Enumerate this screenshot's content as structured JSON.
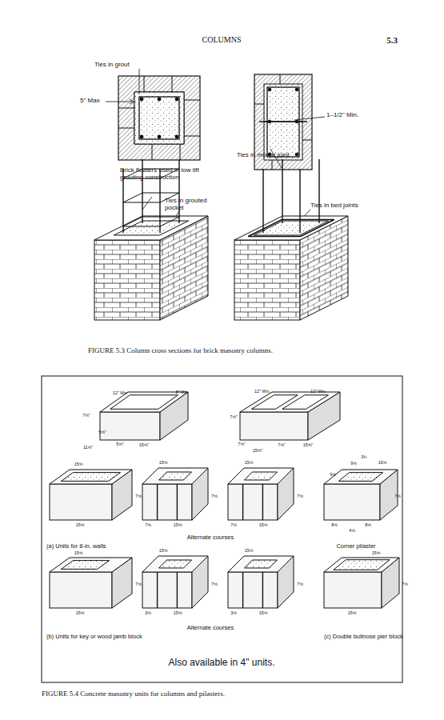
{
  "diagram": {
    "caption": "FIGURE 5.4 Concrete masonry units for columns and pilasters.",
    "labels": [
      "COLUMNS",
      "5.3",
      "Ties in grout",
      "5\" Max",
      "1–1/2\" Min.",
      "Ties in mortar joint",
      "Brick floaters used in low lift grouting construction",
      "Ties in grouted pocket",
      "Ties in bed joints",
      "FIGURE 5.3 Column cross sections for brick masonry columns.",
      "12\" Min",
      "8\" Min.",
      "7⅝\"",
      "5⅝\"",
      "5⅝\"",
      "11⅝\"",
      "15⅝\"",
      "12\" Min.",
      "12\" Min.",
      "7⅝\"",
      "7⅝\"",
      "15⅝\"",
      "7⅝\"",
      "15⅝\"",
      "(a) Units for 8-in. walls",
      "Alternate courses",
      "Corner pilaster",
      "15⅝",
      "7⅝",
      "15⅝",
      "15⅝",
      "7⅝",
      "7⅝",
      "15⅝",
      "15⅝",
      "7⅝",
      "7⅝",
      "15⅝",
      "16⅝",
      "3¾",
      "9⅝",
      "9⅝",
      "7⅝",
      "8⅝",
      "8⅝",
      "4⅝",
      "(b) Units for key or wood jamb block",
      "Alternate courses",
      "(c) Double bullnose pier block",
      "15⅝",
      "7⅝",
      "15⅝",
      "15⅝",
      "7⅝",
      "3⅝",
      "15⅝",
      "15⅝",
      "7⅝",
      "3⅝",
      "15⅝",
      "15⅝",
      "7⅝",
      "15⅝",
      "Also available in 4\" units."
    ]
  }
}
